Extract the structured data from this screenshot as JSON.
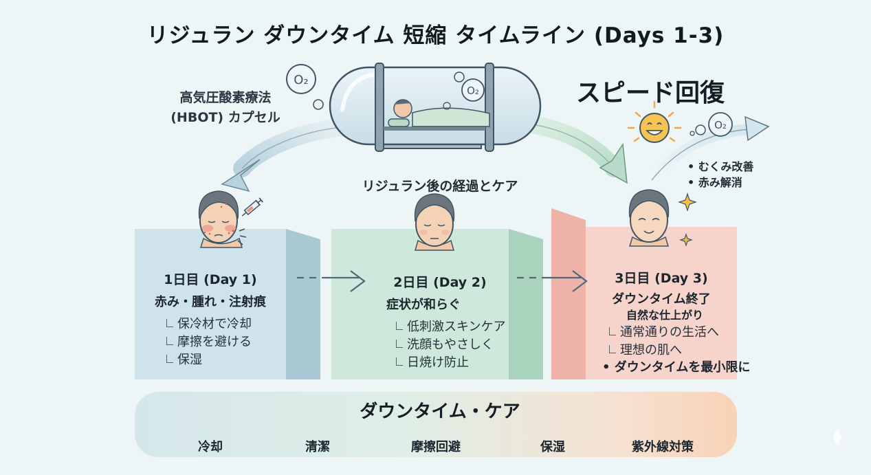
{
  "title": "リジュラン ダウンタイム 短縮 タイムライン (Days 1-3)",
  "hbot": {
    "label_line1": "高気圧酸素療法",
    "label_line2": "(HBOT) カプセル",
    "o2": "O₂"
  },
  "recovery": {
    "headline": "スピード回復",
    "benefits": [
      "むくみ改善",
      "赤み解消"
    ]
  },
  "center_caption": "リジュラン後の経過とケア",
  "days": [
    {
      "heading": "1日目 (Day 1)",
      "subtitle": "赤み・腫れ・注射痕",
      "items": [
        "保冷材で冷却",
        "摩擦を避ける",
        "保湿"
      ]
    },
    {
      "heading": "2日目 (Day 2)",
      "subtitle": "症状が和らぐ",
      "items": [
        "低刺激スキンケア",
        "洗顔もやさしく",
        "日焼け防止"
      ]
    },
    {
      "heading": "3日目 (Day 3)",
      "subtitle": "ダウンタイム終了",
      "subtitle2": "自然な仕上がり",
      "items": [
        "通常通りの生活へ",
        "理想の肌へ"
      ],
      "extra": "• ダウンタイムを最小限に"
    }
  ],
  "care": {
    "title": "ダウンタイム・ケア",
    "items": [
      {
        "label": "冷却",
        "icon": "snowflake-icon"
      },
      {
        "label": "清潔",
        "icon": "water-drop-icon"
      },
      {
        "label": "摩擦回避",
        "icon": "sparkle-icon"
      },
      {
        "label": "保湿",
        "icon": "water-drop-icon"
      },
      {
        "label": "紫外線対策",
        "icon": "sun-icon"
      }
    ]
  },
  "colors": {
    "day1_panel": "#cfe3ea",
    "day2_panel": "#cfe8dc",
    "day3_panel": "#f6d3cb",
    "arrow": "#5b7787",
    "accent_yellow": "#f5c04a"
  }
}
